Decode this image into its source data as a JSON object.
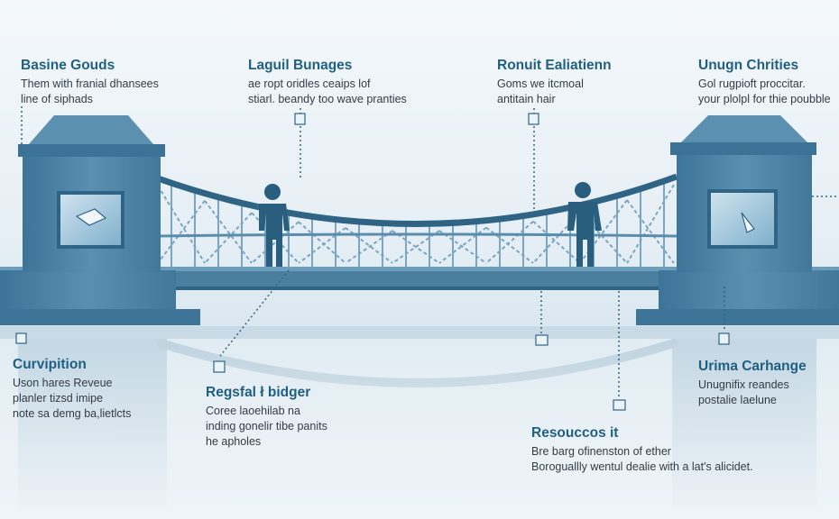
{
  "colors": {
    "accent": "#1f5f82",
    "tower": "#4f86a8",
    "tower_dark": "#2f6485",
    "background": "#e6eff5"
  },
  "callouts": [
    {
      "id": "top-1",
      "title": "Basine Gouds",
      "lines": [
        "Them with franial dhansees",
        "line of siphads"
      ]
    },
    {
      "id": "top-2",
      "title": "Laguil Bunages",
      "lines": [
        "ae ropt oridles ceaips lof",
        "stiarl. beandy too wave pranties"
      ]
    },
    {
      "id": "top-3",
      "title": "Ronuit Ealiatienn",
      "lines": [
        "Goms we itcmoal",
        "antitain hair"
      ]
    },
    {
      "id": "top-4",
      "title": "Unugn Chrities",
      "lines": [
        "Gol rugpioft proccitar.",
        "your plolpl for thie poubble"
      ]
    },
    {
      "id": "bottom-1",
      "title": "Curvipition",
      "lines": [
        "Uson hares Reveue",
        "planler tizsd imipe",
        "note sa demg ba,lietlcts"
      ]
    },
    {
      "id": "bottom-2",
      "title": "Regsfal ł bidger",
      "lines": [
        "Coree laoehilab na",
        "inding gonelir tibe panits",
        "he apholes"
      ]
    },
    {
      "id": "bottom-3",
      "title": "Resouccos it",
      "lines": [
        "Bre barg ofinenston of ether",
        "Boroguallly wentul dealie with a lat's alicidet."
      ]
    },
    {
      "id": "bottom-4",
      "title": "Urima Carhange",
      "lines": [
        "Unugnifix reandes",
        "postalie laelune"
      ]
    }
  ],
  "icons": [
    "document-icon",
    "chart-icon",
    "clipboard-icon",
    "photo-icon",
    "briefcase-icon",
    "folder-icon"
  ]
}
